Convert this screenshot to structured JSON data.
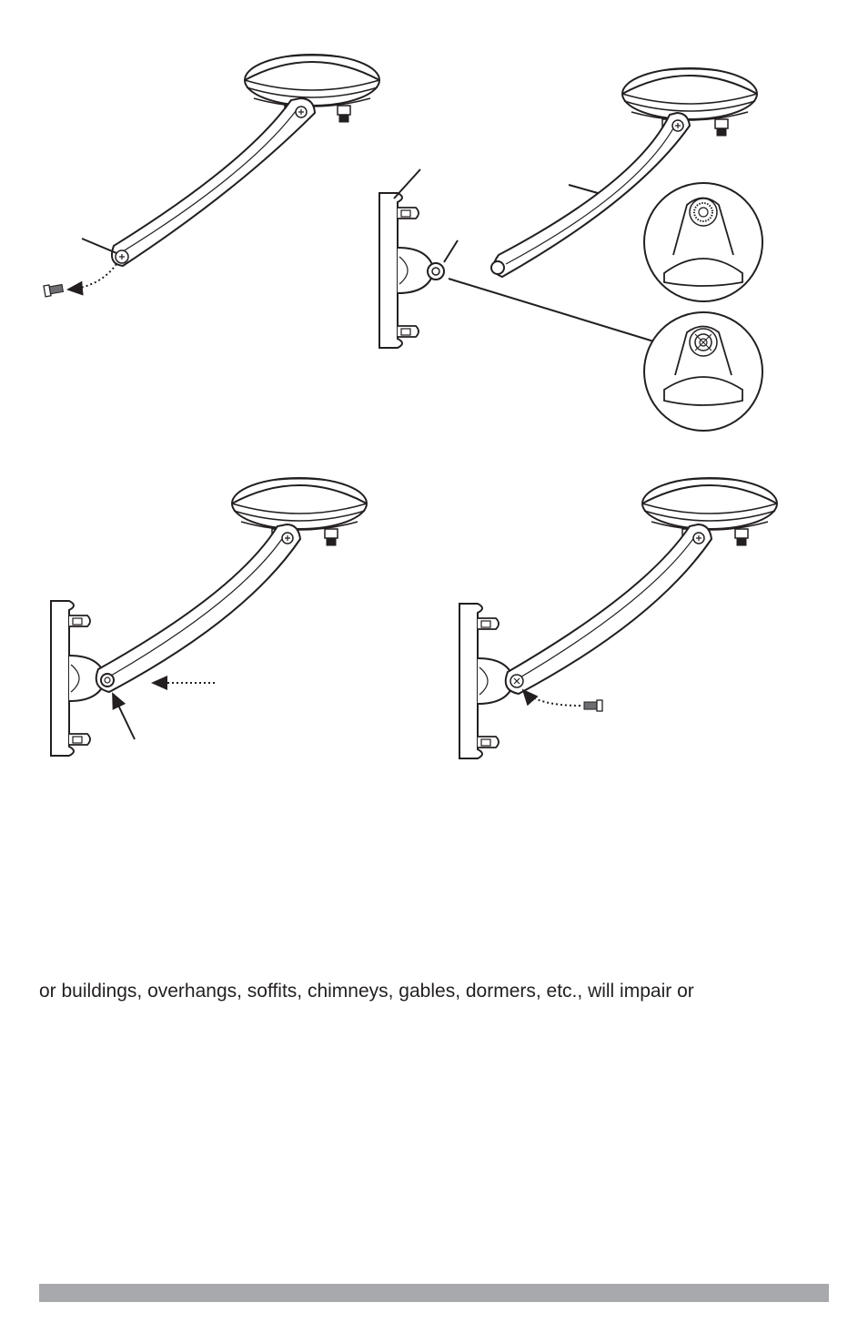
{
  "page": {
    "body_text": "or buildings, overhangs, soffits, chimneys, gables, dormers, etc., will impair or",
    "footer_bar_color": "#a7a9ac"
  },
  "figures": [
    {
      "name": "step-remove-arm-screw",
      "icons": [
        "antenna-dome-icon",
        "mounting-arm-icon",
        "screw-icon",
        "dotted-arrow-icon"
      ]
    },
    {
      "name": "step-align-bracket-knuckle",
      "icons": [
        "wall-plate-icon",
        "bracket-knuckle-icon",
        "mounting-arm-icon",
        "detail-magnifier-icon",
        "pointer-arrow-icon"
      ]
    },
    {
      "name": "step-insert-arm",
      "icons": [
        "wall-plate-icon",
        "mounting-arm-icon",
        "antenna-dome-icon",
        "dotted-arrow-icon",
        "pointer-arrow-icon"
      ]
    },
    {
      "name": "step-fasten-screw",
      "icons": [
        "wall-plate-icon",
        "mounting-arm-icon",
        "antenna-dome-icon",
        "screw-icon",
        "dotted-arrow-icon"
      ]
    }
  ]
}
